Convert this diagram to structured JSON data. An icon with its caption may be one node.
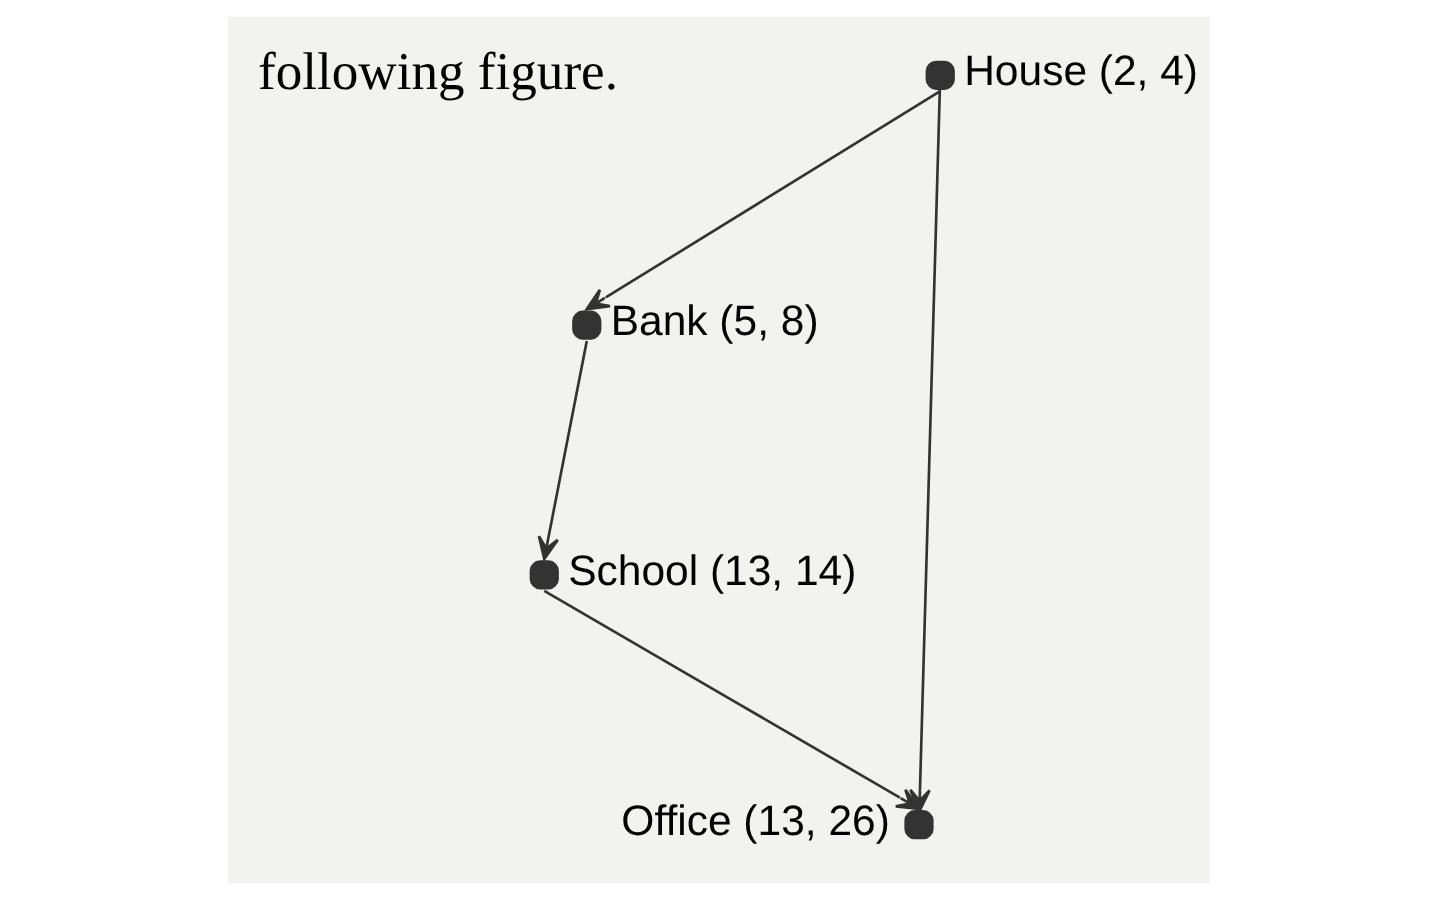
{
  "diagram": {
    "nodes": [
      {
        "text": [],
        "shape": "circle",
        "beside": [
          "House (2, 4)"
        ]
      },
      {
        "text": [],
        "shape": "circle",
        "beside": [
          "Bank (5, 8)"
        ]
      },
      {
        "text": [],
        "shape": "circle",
        "beside": [
          "School (13, 14)"
        ]
      },
      {
        "text": [],
        "shape": "circle",
        "beside": [
          "Office (13, 26)"
        ]
      }
    ],
    "edges": [
      {
        "from": 0,
        "to": 1,
        "arrow": "to"
      },
      {
        "from": 1,
        "to": 2,
        "arrow": "to"
      },
      {
        "from": 2,
        "to": 3,
        "arrow": "to"
      },
      {
        "from": 0,
        "to": 3,
        "arrow": "to"
      }
    ],
    "labels": [
      "following figure."
    ]
  }
}
